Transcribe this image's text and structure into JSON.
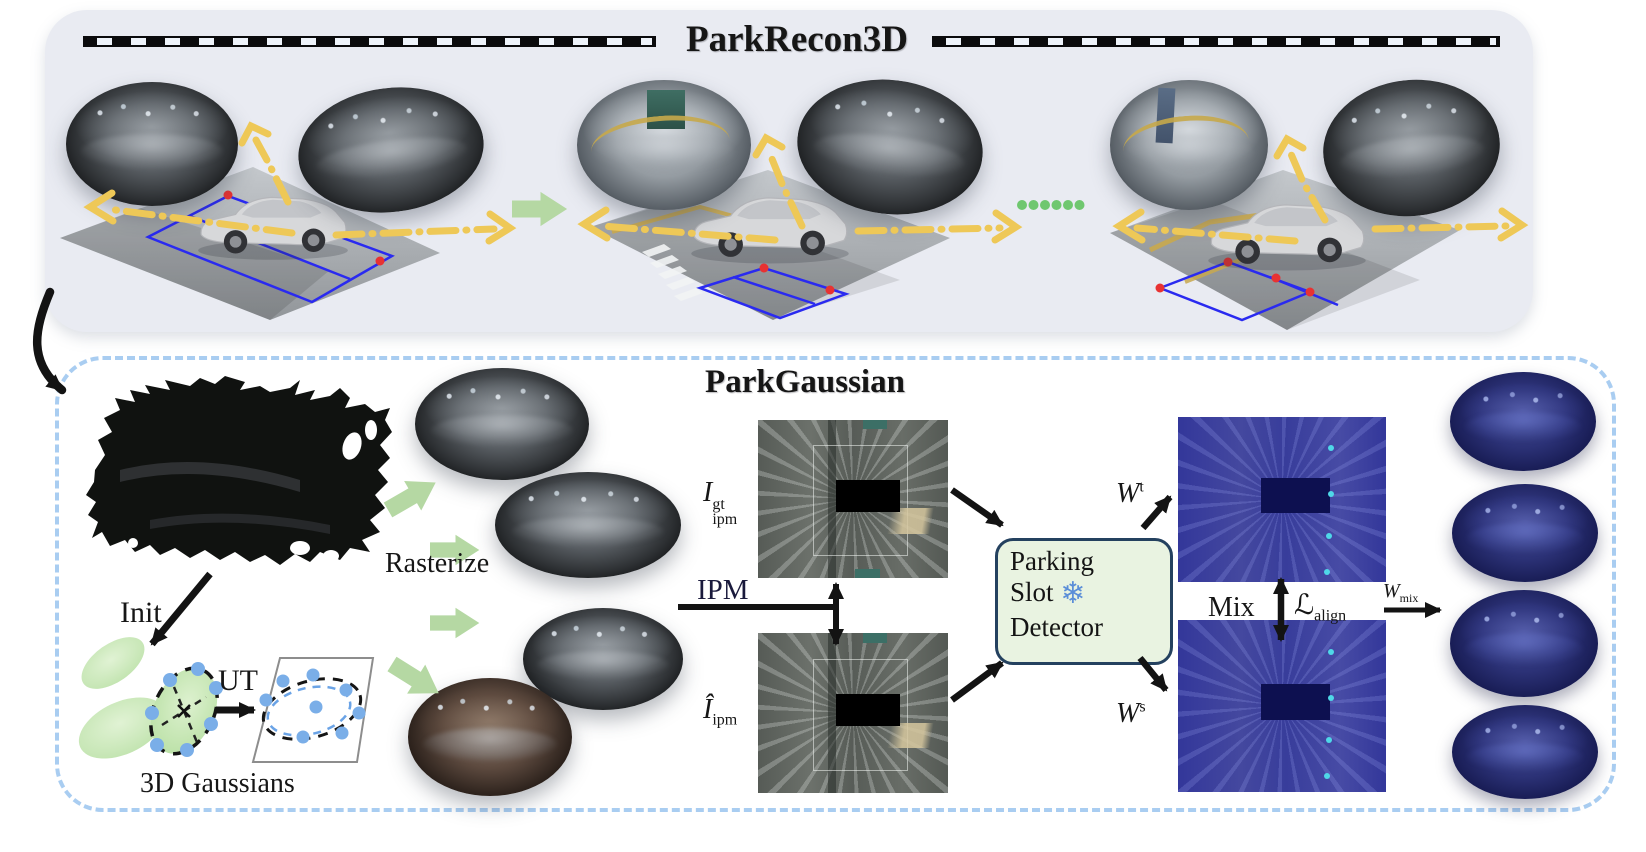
{
  "top_panel": {
    "title": "ParkRecon3D",
    "separator_dots_count": 6
  },
  "bottom_panel": {
    "title": "ParkGaussian",
    "labels": {
      "init": "Init",
      "ut": "UT",
      "gaussians": "3D Gaussians",
      "rasterize": "Rasterize",
      "ipm": "IPM",
      "mix": "Mix"
    },
    "math": {
      "igt_base": "I",
      "igt_sup": "gt",
      "igt_sub": "ipm",
      "ihat_base": "Î",
      "ihat_sub": "ipm",
      "wt_base": "W",
      "wt_sup": "t",
      "ws_base": "W",
      "ws_sup": "s",
      "wmix_base": "W",
      "wmix_sub": "mix",
      "lalign_base": "ℒ",
      "lalign_sub": "align"
    },
    "detector": {
      "line1": "Parking",
      "line2": "Slot",
      "line3": "Detector",
      "snowflake_icon": "❄"
    },
    "colors": {
      "panel_border_blue": "#a9cdf1",
      "top_panel_bg": "#e9ebf2",
      "trajectory_yellow": "#eec857",
      "flow_arrow_green": "#b5d8a3",
      "dots_green": "#6fc76f",
      "detector_bg": "#e9f3e1",
      "detector_border": "#24415f",
      "snowflake_blue": "#5b8ed8",
      "warp_blue": "#383d9b",
      "gaussian_green": "#cde9bb",
      "sigma_dot_blue": "#7aaee8",
      "slot_line_blue": "#2a2af0",
      "slot_corner_red": "#e83232"
    }
  }
}
